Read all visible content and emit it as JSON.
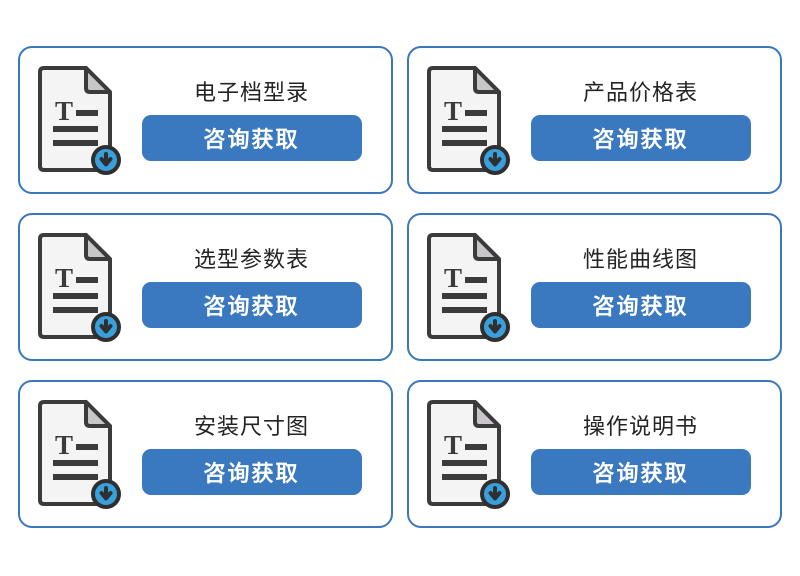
{
  "page": {
    "background_color": "#ffffff",
    "layout": "2-column-3-row-card-grid",
    "columns": 2,
    "rows": 3
  },
  "theme": {
    "card_border_color": "#3a78bd",
    "card_background": "#ffffff",
    "button_color": "#3a79bf",
    "button_text_color": "#ffffff",
    "title_color": "#242424",
    "icon_outline_color": "#3b3b3b",
    "icon_page_color": "#f4f4f4",
    "icon_fold_color": "#c9c6c9",
    "icon_text_color": "#3b3b3b",
    "download_badge_color": "#3aa0dd",
    "download_badge_outline": "#2f2f2f"
  },
  "icons": {
    "document_icon_name": "document-download-icon",
    "document_glyph_letter": "T",
    "download_arrow": "down-arrow"
  },
  "cards": [
    {
      "id": "card-1",
      "title": "电子档型录",
      "button_label": "咨询获取",
      "icon": "document-download-icon"
    },
    {
      "id": "card-2",
      "title": "产品价格表",
      "button_label": "咨询获取",
      "icon": "document-download-icon"
    },
    {
      "id": "card-3",
      "title": "选型参数表",
      "button_label": "咨询获取",
      "icon": "document-download-icon"
    },
    {
      "id": "card-4",
      "title": "性能曲线图",
      "button_label": "咨询获取",
      "icon": "document-download-icon"
    },
    {
      "id": "card-5",
      "title": "安装尺寸图",
      "button_label": "咨询获取",
      "icon": "document-download-icon"
    },
    {
      "id": "card-6",
      "title": "操作说明书",
      "button_label": "咨询获取",
      "icon": "document-download-icon"
    }
  ]
}
